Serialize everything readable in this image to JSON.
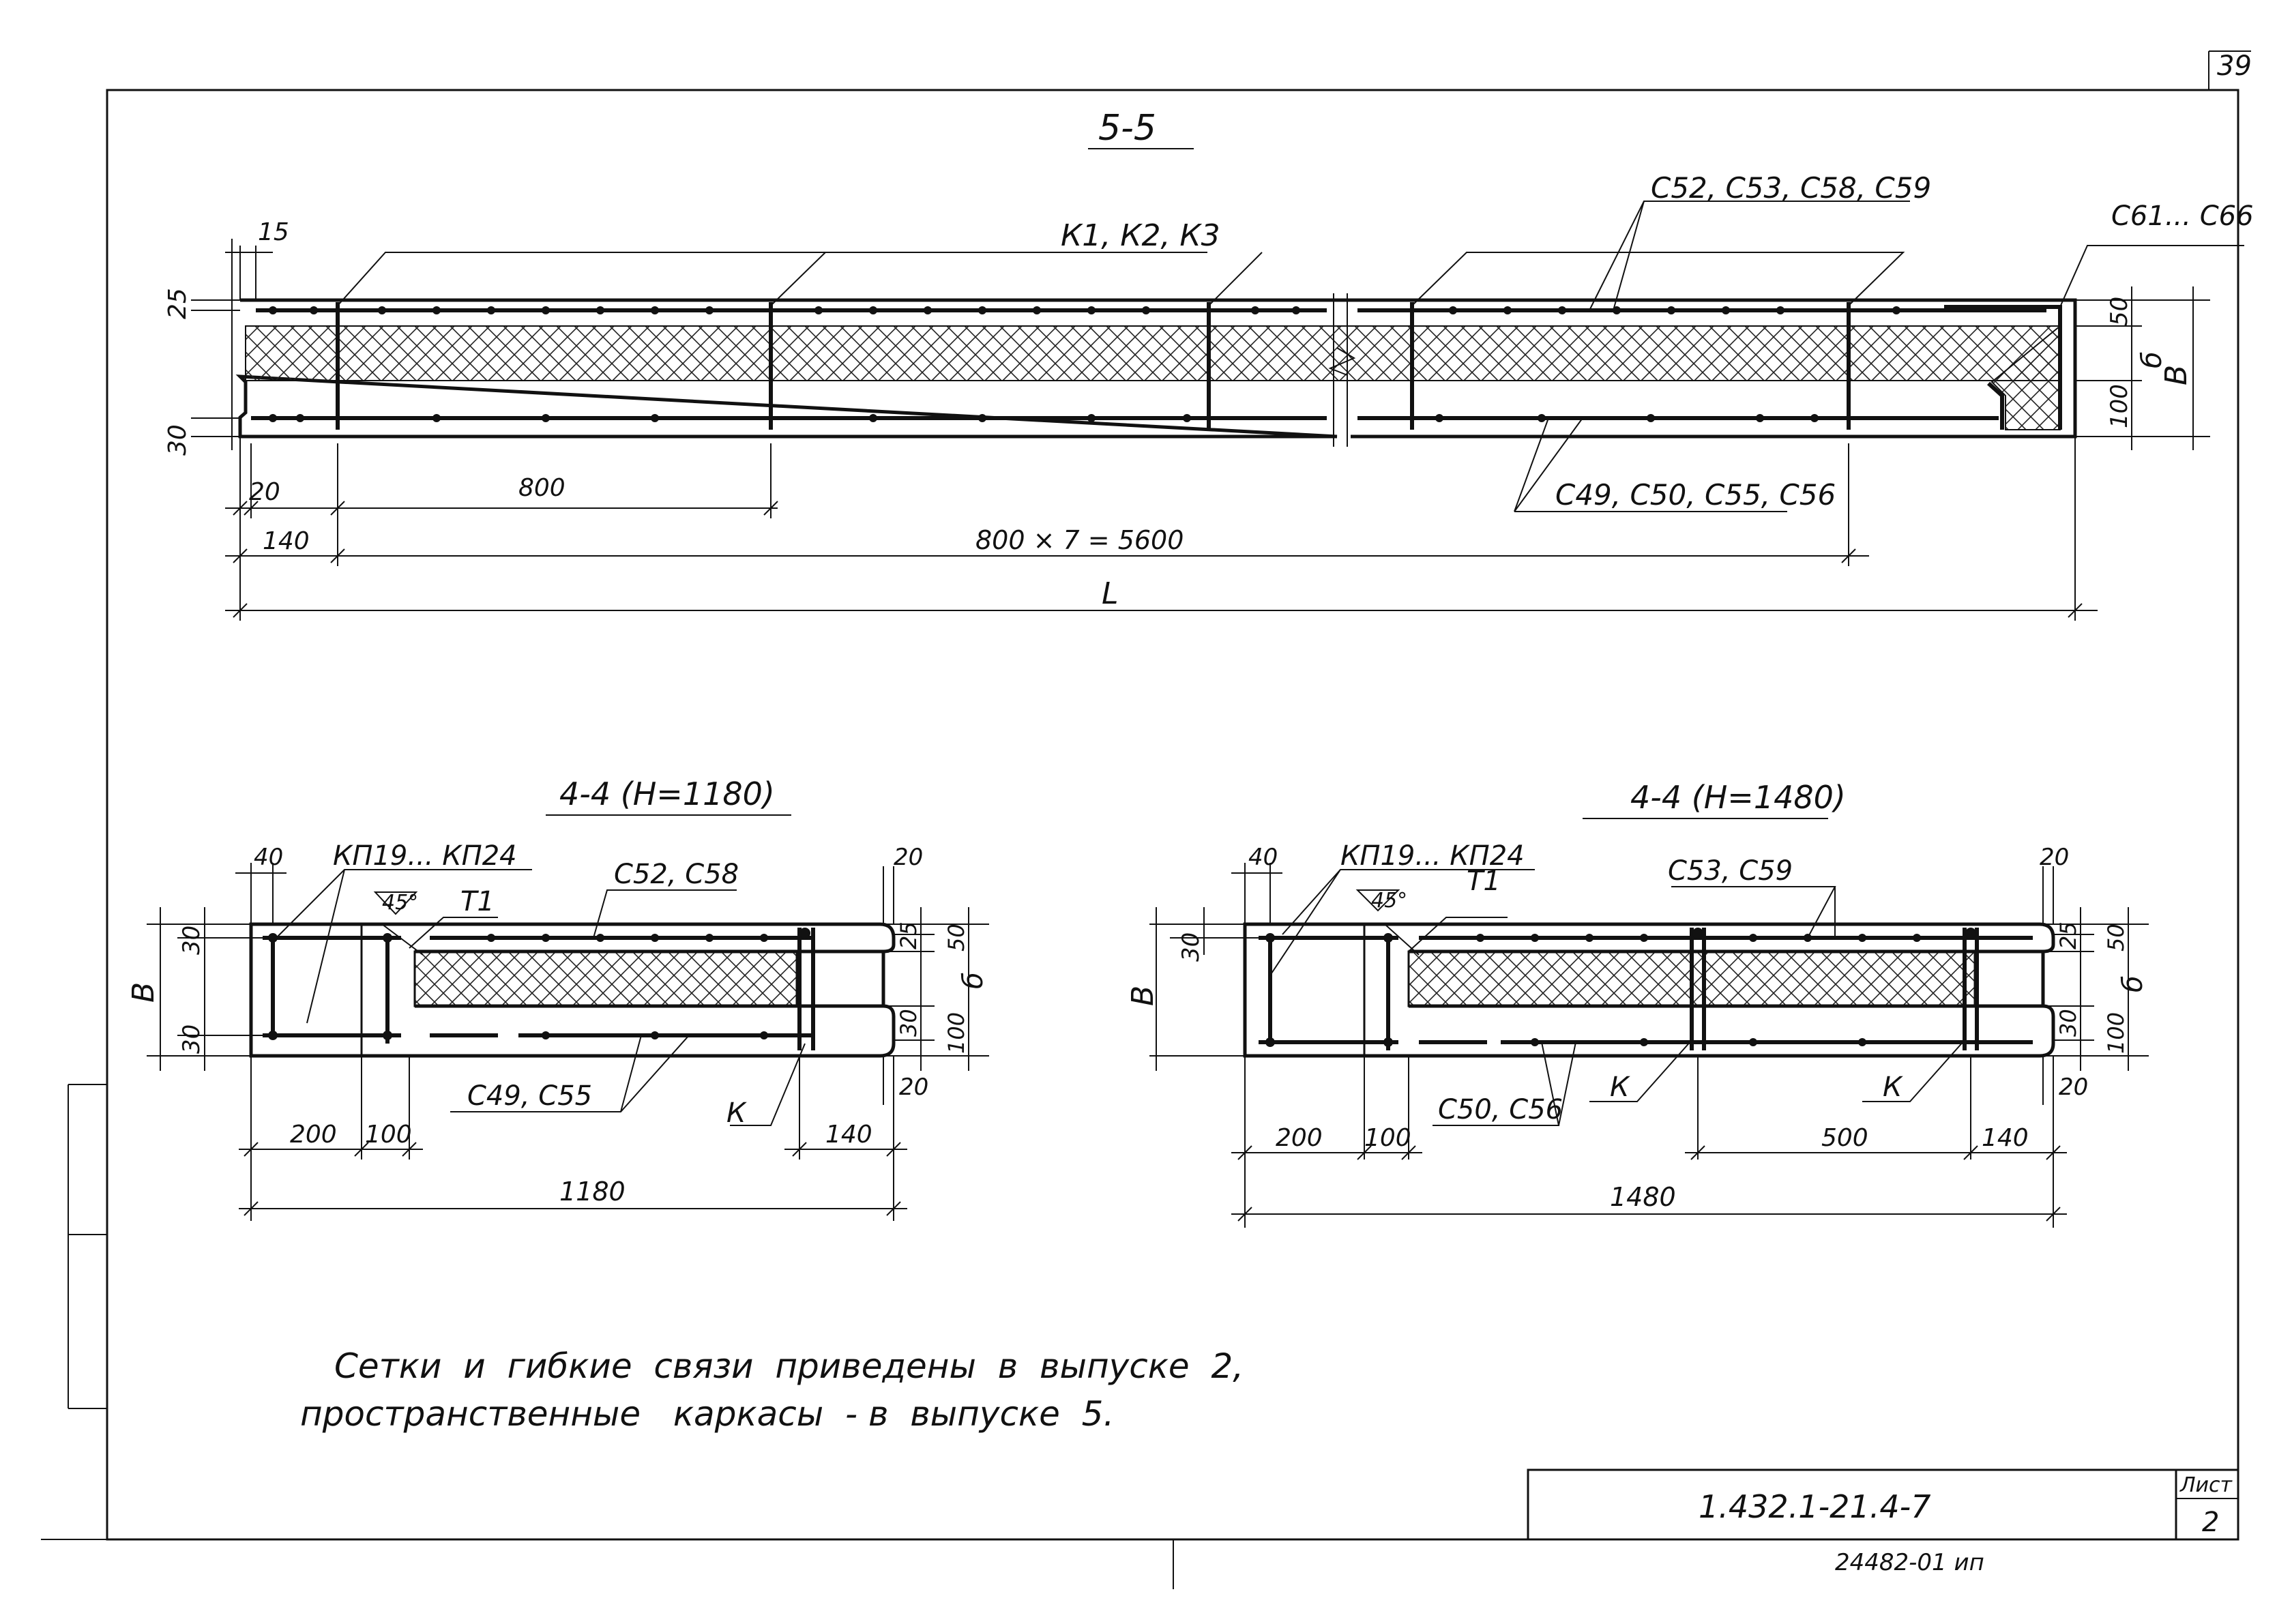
{
  "sheet": {
    "corner_number": "39",
    "drawing_code": "1.432.1-21.4-7",
    "sheet_label": "Лист",
    "sheet_number": "2",
    "archive_number": "24482-01   ип"
  },
  "section_5_5": {
    "title": "5-5",
    "frames_label": "К1, К2, К3",
    "top_meshes_label": "С52, С53, С58, С59",
    "end_meshes_label": "С61... С66",
    "bottom_meshes_label": "С49, С50, С55, С56",
    "dim_15": "15",
    "dim_25": "25",
    "dim_30": "30",
    "dim_20": "20",
    "dim_140": "140",
    "dim_800": "800",
    "dim_span": "800 × 7 = 5600",
    "dim_L": "L",
    "dim_50": "50",
    "dim_b_small": "б",
    "dim_100": "100",
    "dim_B": "В"
  },
  "section_4_4_left": {
    "title": "4-4 (Н=1180)",
    "frames_label": "КП19... КП24",
    "angle_label": "45°",
    "tie_label": "Т1",
    "top_mesh_label": "С52, С58",
    "bottom_mesh_label": "С49, С55",
    "frame_label": "К",
    "dim_40": "40",
    "dim_B": "В",
    "dim_30_top": "30",
    "dim_30_bottom": "30",
    "dim_20_top": "20",
    "dim_25": "25",
    "dim_50": "50",
    "dim_b_small": "б",
    "dim_30_right": "30",
    "dim_100": "100",
    "dim_20_bottom": "20",
    "dim_200": "200",
    "dim_100_b": "100",
    "dim_140": "140",
    "dim_total": "1180"
  },
  "section_4_4_right": {
    "title": "4-4 (Н=1480)",
    "frames_label": "КП19... КП24",
    "angle_label": "45°",
    "tie_label": "Т1",
    "top_mesh_label": "С53, С59",
    "bottom_mesh_label": "С50, С56",
    "frame_label_1": "К",
    "frame_label_2": "К",
    "dim_40": "40",
    "dim_B": "В",
    "dim_30_top": "30",
    "dim_20_top": "20",
    "dim_25": "25",
    "dim_50": "50",
    "dim_b_small": "б",
    "dim_30_right": "30",
    "dim_100": "100",
    "dim_20_bottom": "20",
    "dim_200": "200",
    "dim_100_b": "100",
    "dim_500": "500",
    "dim_140": "140",
    "dim_total": "1480"
  },
  "notes": {
    "line1": "Сетки  и  гибкие  связи  приведены  в  выпуске  2,",
    "line2": "пространственные   каркасы  - в  выпуске  5."
  }
}
